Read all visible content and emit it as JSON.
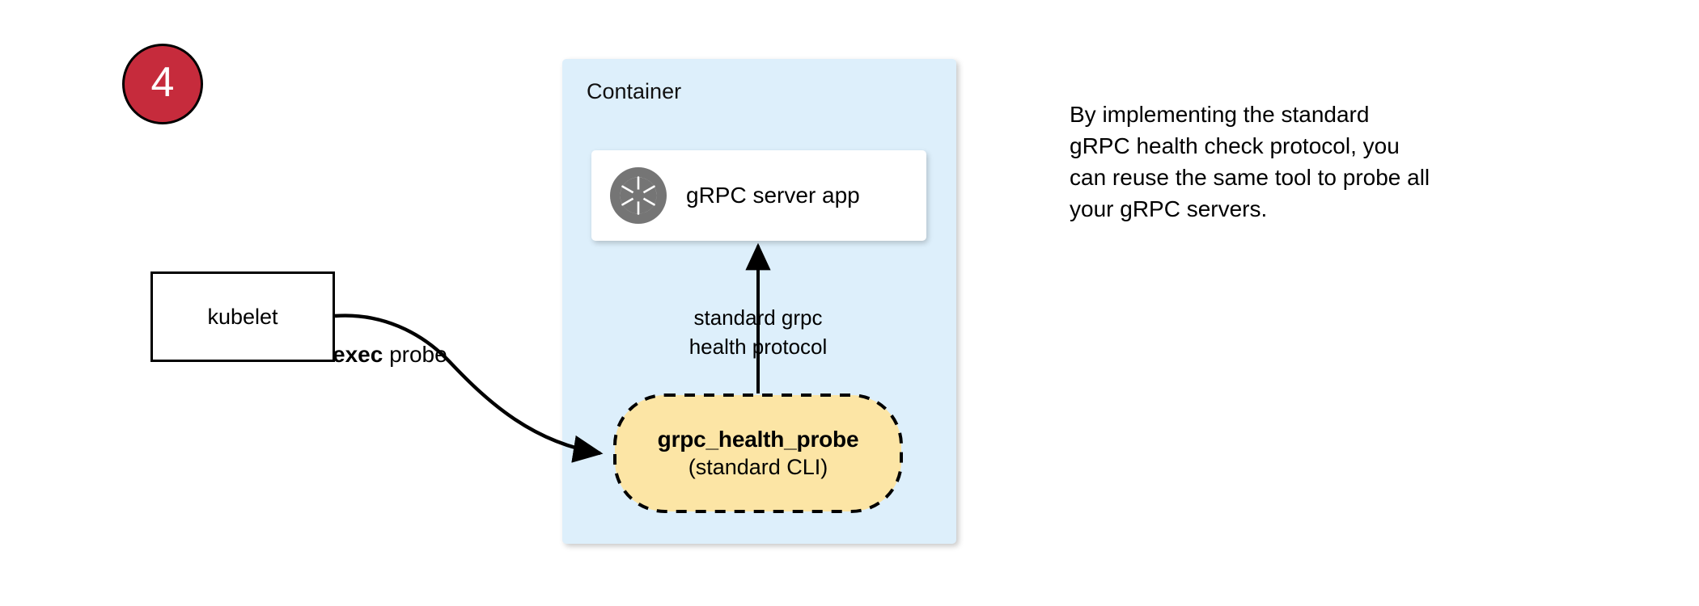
{
  "diagram": {
    "step_number": "4",
    "container": {
      "label": "Container",
      "fill_color": "#ddeffb"
    },
    "server_card": {
      "label": "gRPC server app",
      "icon": "grpc-aperture-icon",
      "icon_color": "#757575",
      "fill_color": "#ffffff"
    },
    "kubelet": {
      "label": "kubelet",
      "fill_color": "#ffffff",
      "border_color": "#000000"
    },
    "probe_node": {
      "line1": "grpc_health_probe",
      "line2": "(standard CLI)",
      "fill_color": "#fce5a5",
      "border_color": "#000000",
      "border_style": "dashed"
    },
    "edges": {
      "exec_probe": {
        "label_bold": "exec",
        "label_rest": " probe",
        "from": "kubelet",
        "to": "grpc_health_probe"
      },
      "health_protocol": {
        "label_line1": "standard grpc",
        "label_line2": "health protocol",
        "from": "grpc_health_probe",
        "to": "gRPC server app"
      }
    },
    "caption": {
      "line1": "By implementing the standard",
      "line2": "gRPC health check protocol, you",
      "line3": "can reuse the same tool to probe all",
      "line4": "your gRPC servers."
    },
    "colors": {
      "badge_red": "#c62b3c",
      "container_blue": "#ddeffb",
      "probe_yellow": "#fce5a5",
      "icon_gray": "#757575",
      "stroke_black": "#000000"
    }
  }
}
